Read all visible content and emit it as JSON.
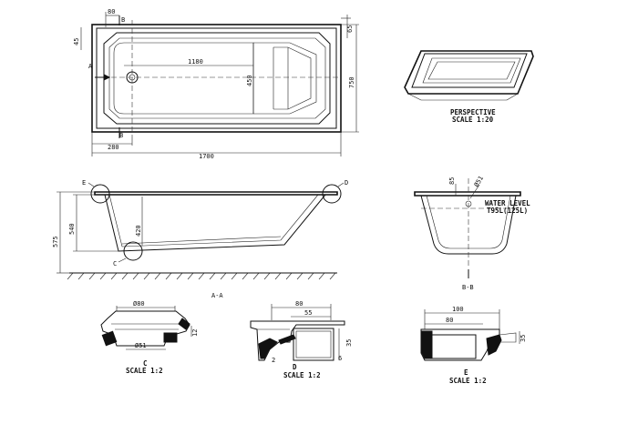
{
  "dimensions": {
    "top_offset": "80",
    "top_side": "45",
    "right_rim": "65",
    "inner_length": "1180",
    "inner_width": "450",
    "overall_width": "750",
    "waste_offset": "280",
    "overall_length": "1700",
    "overall_height": "575",
    "inner_depth": "540",
    "water_depth": "420",
    "bb_rim": "85",
    "bb_waste": "Ø51",
    "c_top": "Ø80",
    "c_bottom": "Ø51",
    "c_height": "12",
    "d_width": "80",
    "d_inner": "55",
    "d_height": "35",
    "d_small_a": "2",
    "d_small_b": "6",
    "e_width": "100",
    "e_inner": "80",
    "e_height": "35"
  },
  "section_markers": {
    "a_left": "A",
    "b_top": "B",
    "b_bottom": "B",
    "d_marker": "D",
    "e_marker": "E",
    "c_marker": "C",
    "aa_title": "A-A",
    "bb_title": "B-B"
  },
  "perspective": {
    "title": "PERSPECTIVE",
    "scale": "SCALE 1:20"
  },
  "water_level": {
    "title": "WATER LEVEL",
    "value": "T95L(125L)"
  },
  "details": {
    "c_label": "C",
    "c_scale": "SCALE 1:2",
    "d_label": "D",
    "d_scale": "SCALE 1:2",
    "e_label": "E",
    "e_scale": "SCALE 1:2"
  }
}
